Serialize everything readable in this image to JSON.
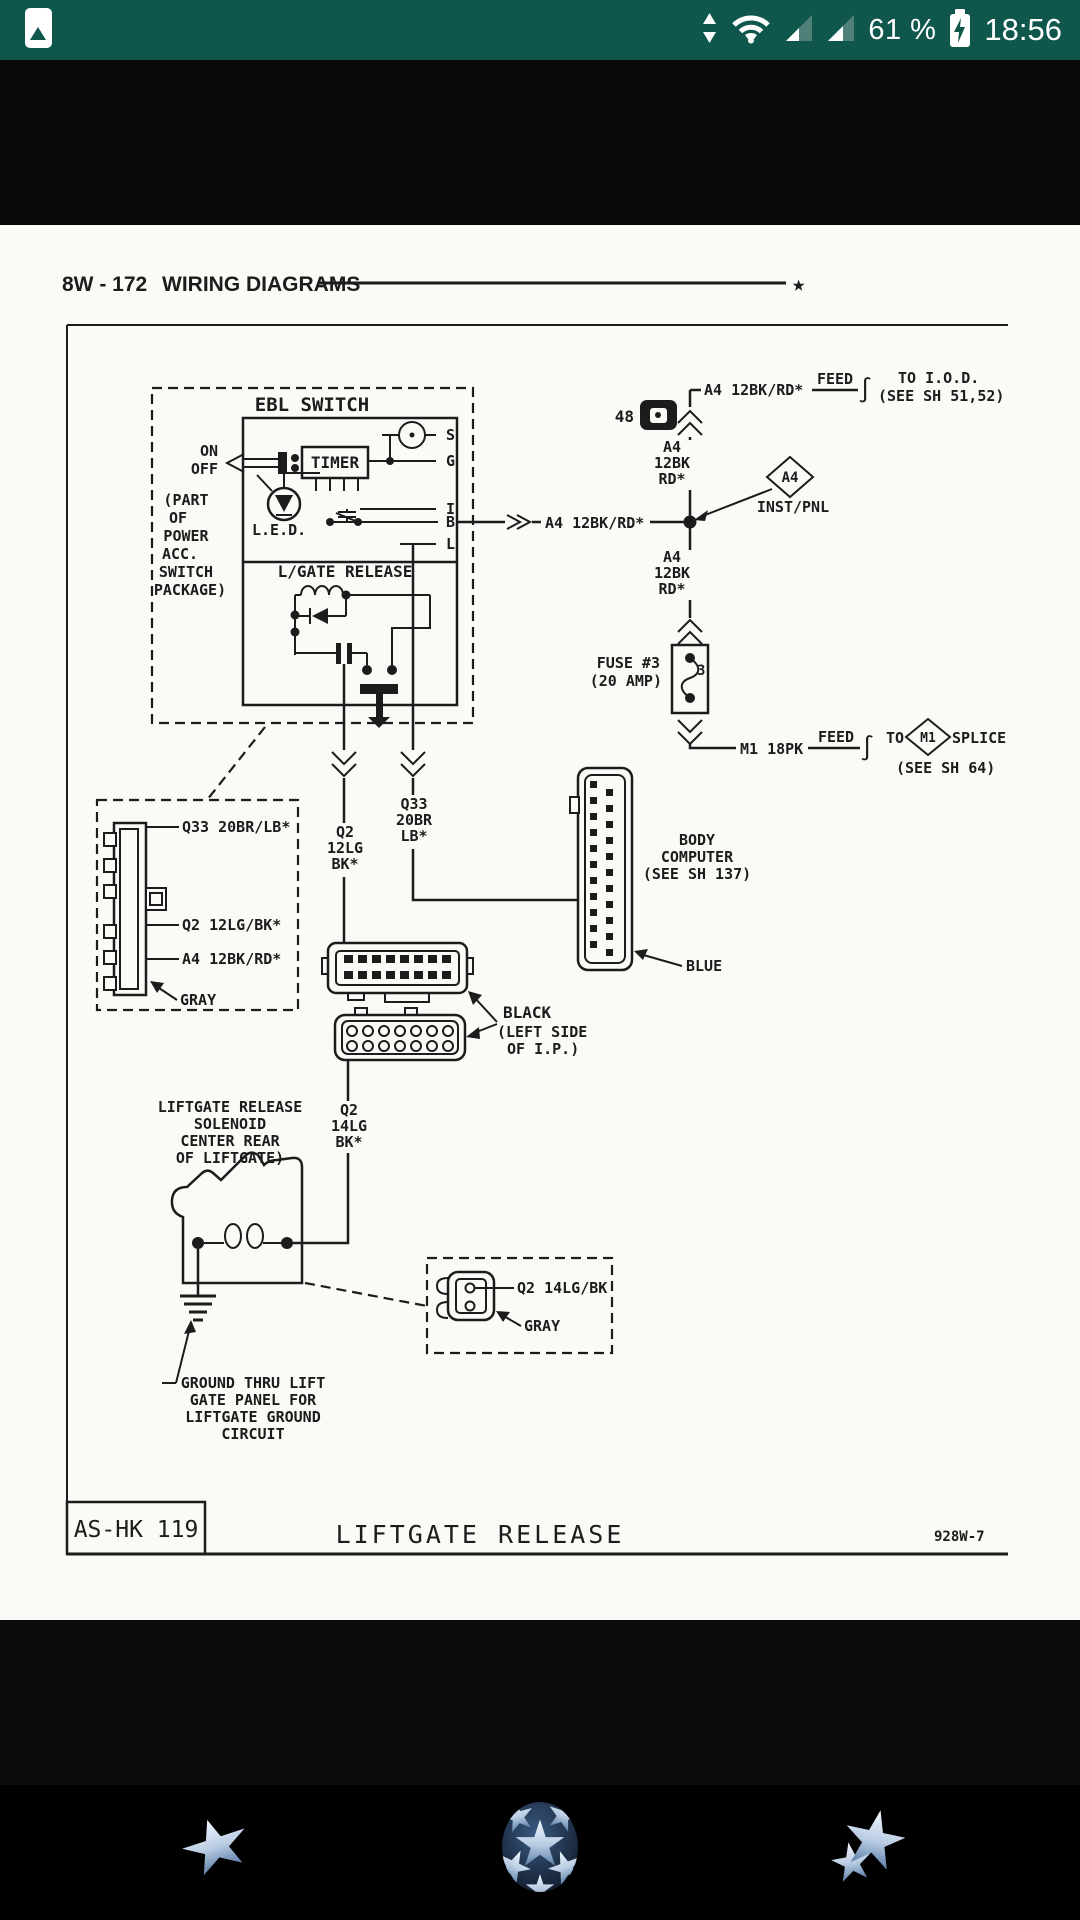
{
  "status_bar": {
    "battery_percent": "61 %",
    "time": "18:56"
  },
  "header": {
    "code": "8W - 172",
    "title": "WIRING DIAGRAMS",
    "star": "★"
  },
  "footer": {
    "sheet_code": "AS-HK 119",
    "title": "LIFTGATE RELEASE",
    "doc_number": "928W-7"
  },
  "diagram": {
    "ebl": {
      "title": "EBL SWITCH",
      "on": "ON",
      "off": "OFF",
      "timer": "TIMER",
      "led": "L.E.D.",
      "lgate": "L/GATE RELEASE",
      "pins": [
        "S",
        "G",
        "I",
        "B",
        "L"
      ],
      "part_note": [
        "(PART",
        "OF",
        "POWER",
        "ACC.",
        "SWITCH",
        "PACKAGE)"
      ]
    },
    "top_feed": {
      "wire": "A4 12BK/RD*",
      "feed": "FEED",
      "break": "∫",
      "to": "TO I.O.D.",
      "see": "(SEE SH 51,52)"
    },
    "grommet": {
      "num": "48"
    },
    "a4_upper": [
      "A4",
      "12BK",
      "RD*"
    ],
    "a4_lower": [
      "A4",
      "12BK",
      "RD*"
    ],
    "inst": {
      "id": "A4",
      "label": "INST/PNL"
    },
    "b_wire": "A4 12BK/RD*",
    "fuse": {
      "name": "FUSE #3",
      "amp": "(20 AMP)",
      "num": "3"
    },
    "m1": {
      "wire": "M1 18PK",
      "feed": "FEED",
      "break": "∫",
      "to": "TO",
      "id": "M1",
      "splice": "SPLICE",
      "see": "(SEE SH 64)"
    },
    "q2": [
      "Q2",
      "12LG",
      "BK*"
    ],
    "q33": [
      "Q33",
      "20BR",
      "LB*"
    ],
    "body_computer": {
      "l1": "BODY",
      "l2": "COMPUTER",
      "l3": "(SEE SH 137)",
      "color": "BLUE"
    },
    "ip_connector": {
      "l1": "BLACK",
      "l2": "(LEFT SIDE",
      "l3": "OF I.P.)"
    },
    "gray_connector": {
      "pin1": "Q33 20BR/LB*",
      "pin2": "Q2 12LG/BK*",
      "pin3": "A4 12BK/RD*",
      "color": "GRAY"
    },
    "solenoid": {
      "l1": "LIFTGATE RELEASE",
      "l2": "SOLENOID",
      "l3": "CENTER REAR",
      "l4": "OF LIFTGATE)",
      "wire": [
        "Q2",
        "14LG",
        "BK*"
      ]
    },
    "ground_note": [
      "GROUND THRU LIFT",
      "GATE PANEL FOR",
      "LIFTGATE GROUND",
      "CIRCUIT"
    ],
    "small_connector": {
      "wire": "Q2 14LG/BK",
      "color": "GRAY"
    }
  },
  "colors": {
    "status_bar": "#0F574C",
    "page": "#fafaf7",
    "ink": "#1c1c1c",
    "nav_star": "#b9cce3"
  }
}
